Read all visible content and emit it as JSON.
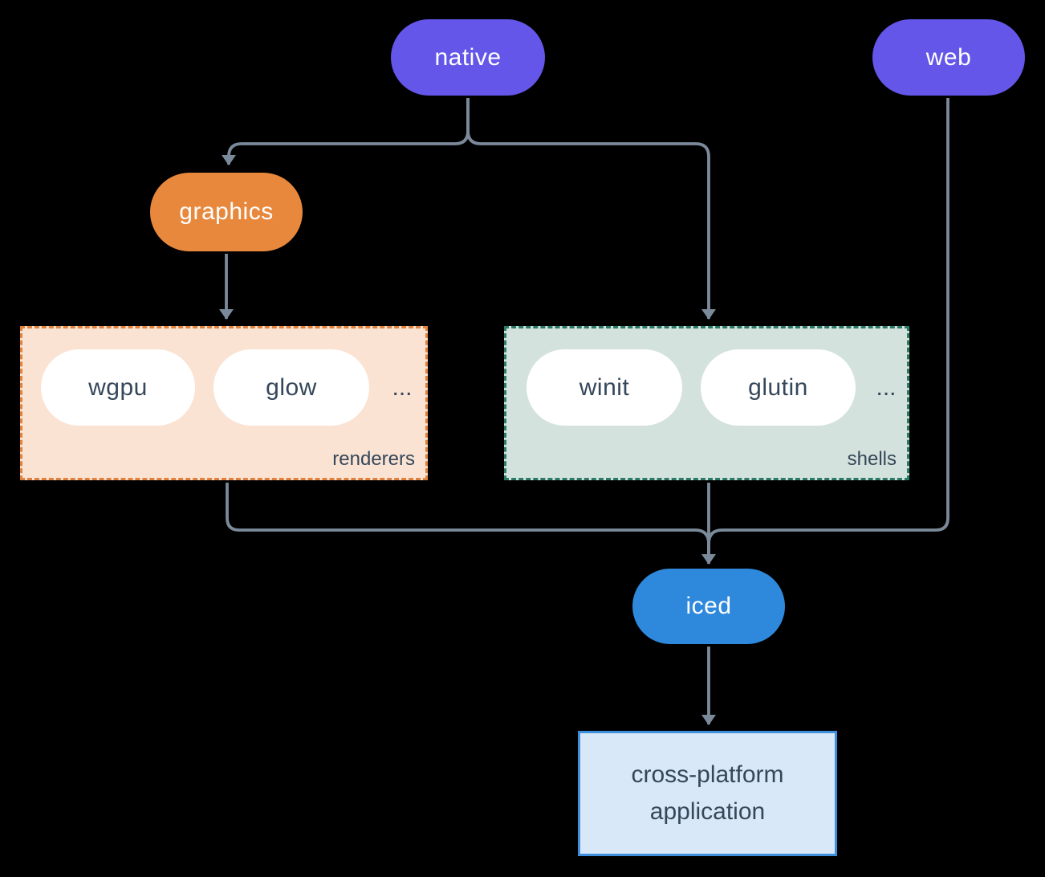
{
  "colors": {
    "background": "#000000",
    "platform_pill": "#6456e8",
    "graphics_pill": "#e8883c",
    "iced_pill": "#2e89dc",
    "inner_pill_bg": "#ffffff",
    "renderers_box_bg": "#fae3d3",
    "renderers_box_border": "#e0823e",
    "shells_box_bg": "#d3e2dc",
    "shells_box_border": "#2b7a68",
    "application_box_bg": "#d8e8f8",
    "application_box_border": "#3d8edb",
    "connector": "#7b8a9a",
    "dark_text": "#35475a",
    "pill_text": "#ffffff"
  },
  "nodes": {
    "native": "native",
    "web": "web",
    "graphics": "graphics",
    "iced": "iced",
    "application_line1": "cross-platform",
    "application_line2": "application"
  },
  "groups": {
    "renderers": {
      "label": "renderers",
      "items": [
        "wgpu",
        "glow"
      ],
      "more": "..."
    },
    "shells": {
      "label": "shells",
      "items": [
        "winit",
        "glutin"
      ],
      "more": "..."
    }
  }
}
